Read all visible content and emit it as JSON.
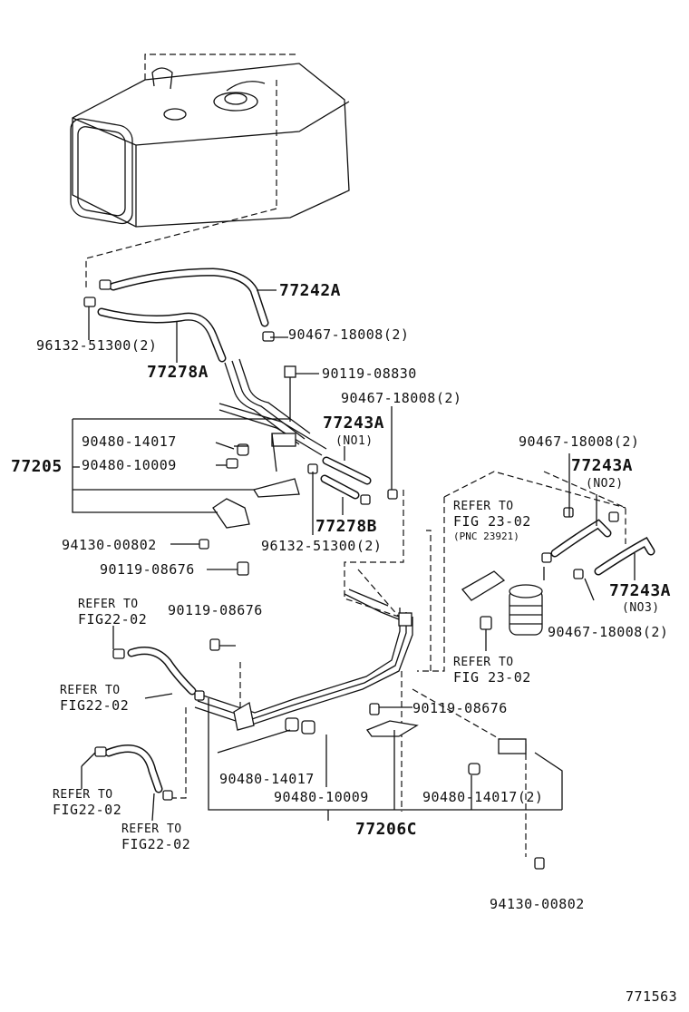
{
  "diagram": {
    "figure_number": "771563",
    "labels": {
      "p77242A": "77242A",
      "p96132_51300_a": "96132-51300(2)",
      "p90467_18008_a": "90467-18008(2)",
      "p77278A": "77278A",
      "p90119_08830": "90119-08830",
      "p90467_18008_b": "90467-18008(2)",
      "p77243A_1": "77243A",
      "no1": "(NO1)",
      "p90480_14017_a": "90480-14017",
      "p77205": "77205",
      "p90480_10009_a": "90480-10009",
      "p90467_18008_c": "90467-18008(2)",
      "p77243A_2": "77243A",
      "no2": "(NO2)",
      "refer_fig_23_02_a_1": "REFER TO",
      "refer_fig_23_02_a_2": "FIG 23-02",
      "pnc_23921": "(PNC 23921)",
      "p77278B": "77278B",
      "p96132_51300_b": "96132-51300(2)",
      "p94130_00802_a": "94130-00802",
      "p90119_08676_a": "90119-08676",
      "p77243A_3": "77243A",
      "no3": "(NO3)",
      "p90467_18008_d": "90467-18008(2)",
      "refer_fig_22_02_a_1": "REFER TO",
      "refer_fig_22_02_a_2": "FIG22-02",
      "p90119_08676_b": "90119-08676",
      "refer_fig_23_02_b_1": "REFER TO",
      "refer_fig_23_02_b_2": "FIG 23-02",
      "refer_fig_22_02_b_1": "REFER TO",
      "refer_fig_22_02_b_2": "FIG22-02",
      "p90119_08676_c": "90119-08676",
      "p90480_14017_b": "90480-14017",
      "p90480_10009_b": "90480-10009",
      "p90480_14017_c": "90480-14017(2)",
      "refer_fig_22_02_c_1": "REFER TO",
      "refer_fig_22_02_c_2": "FIG22-02",
      "p77206C": "77206C",
      "refer_fig_22_02_d_1": "REFER TO",
      "refer_fig_22_02_d_2": "FIG22-02",
      "p94130_00802_b": "94130-00802"
    }
  }
}
